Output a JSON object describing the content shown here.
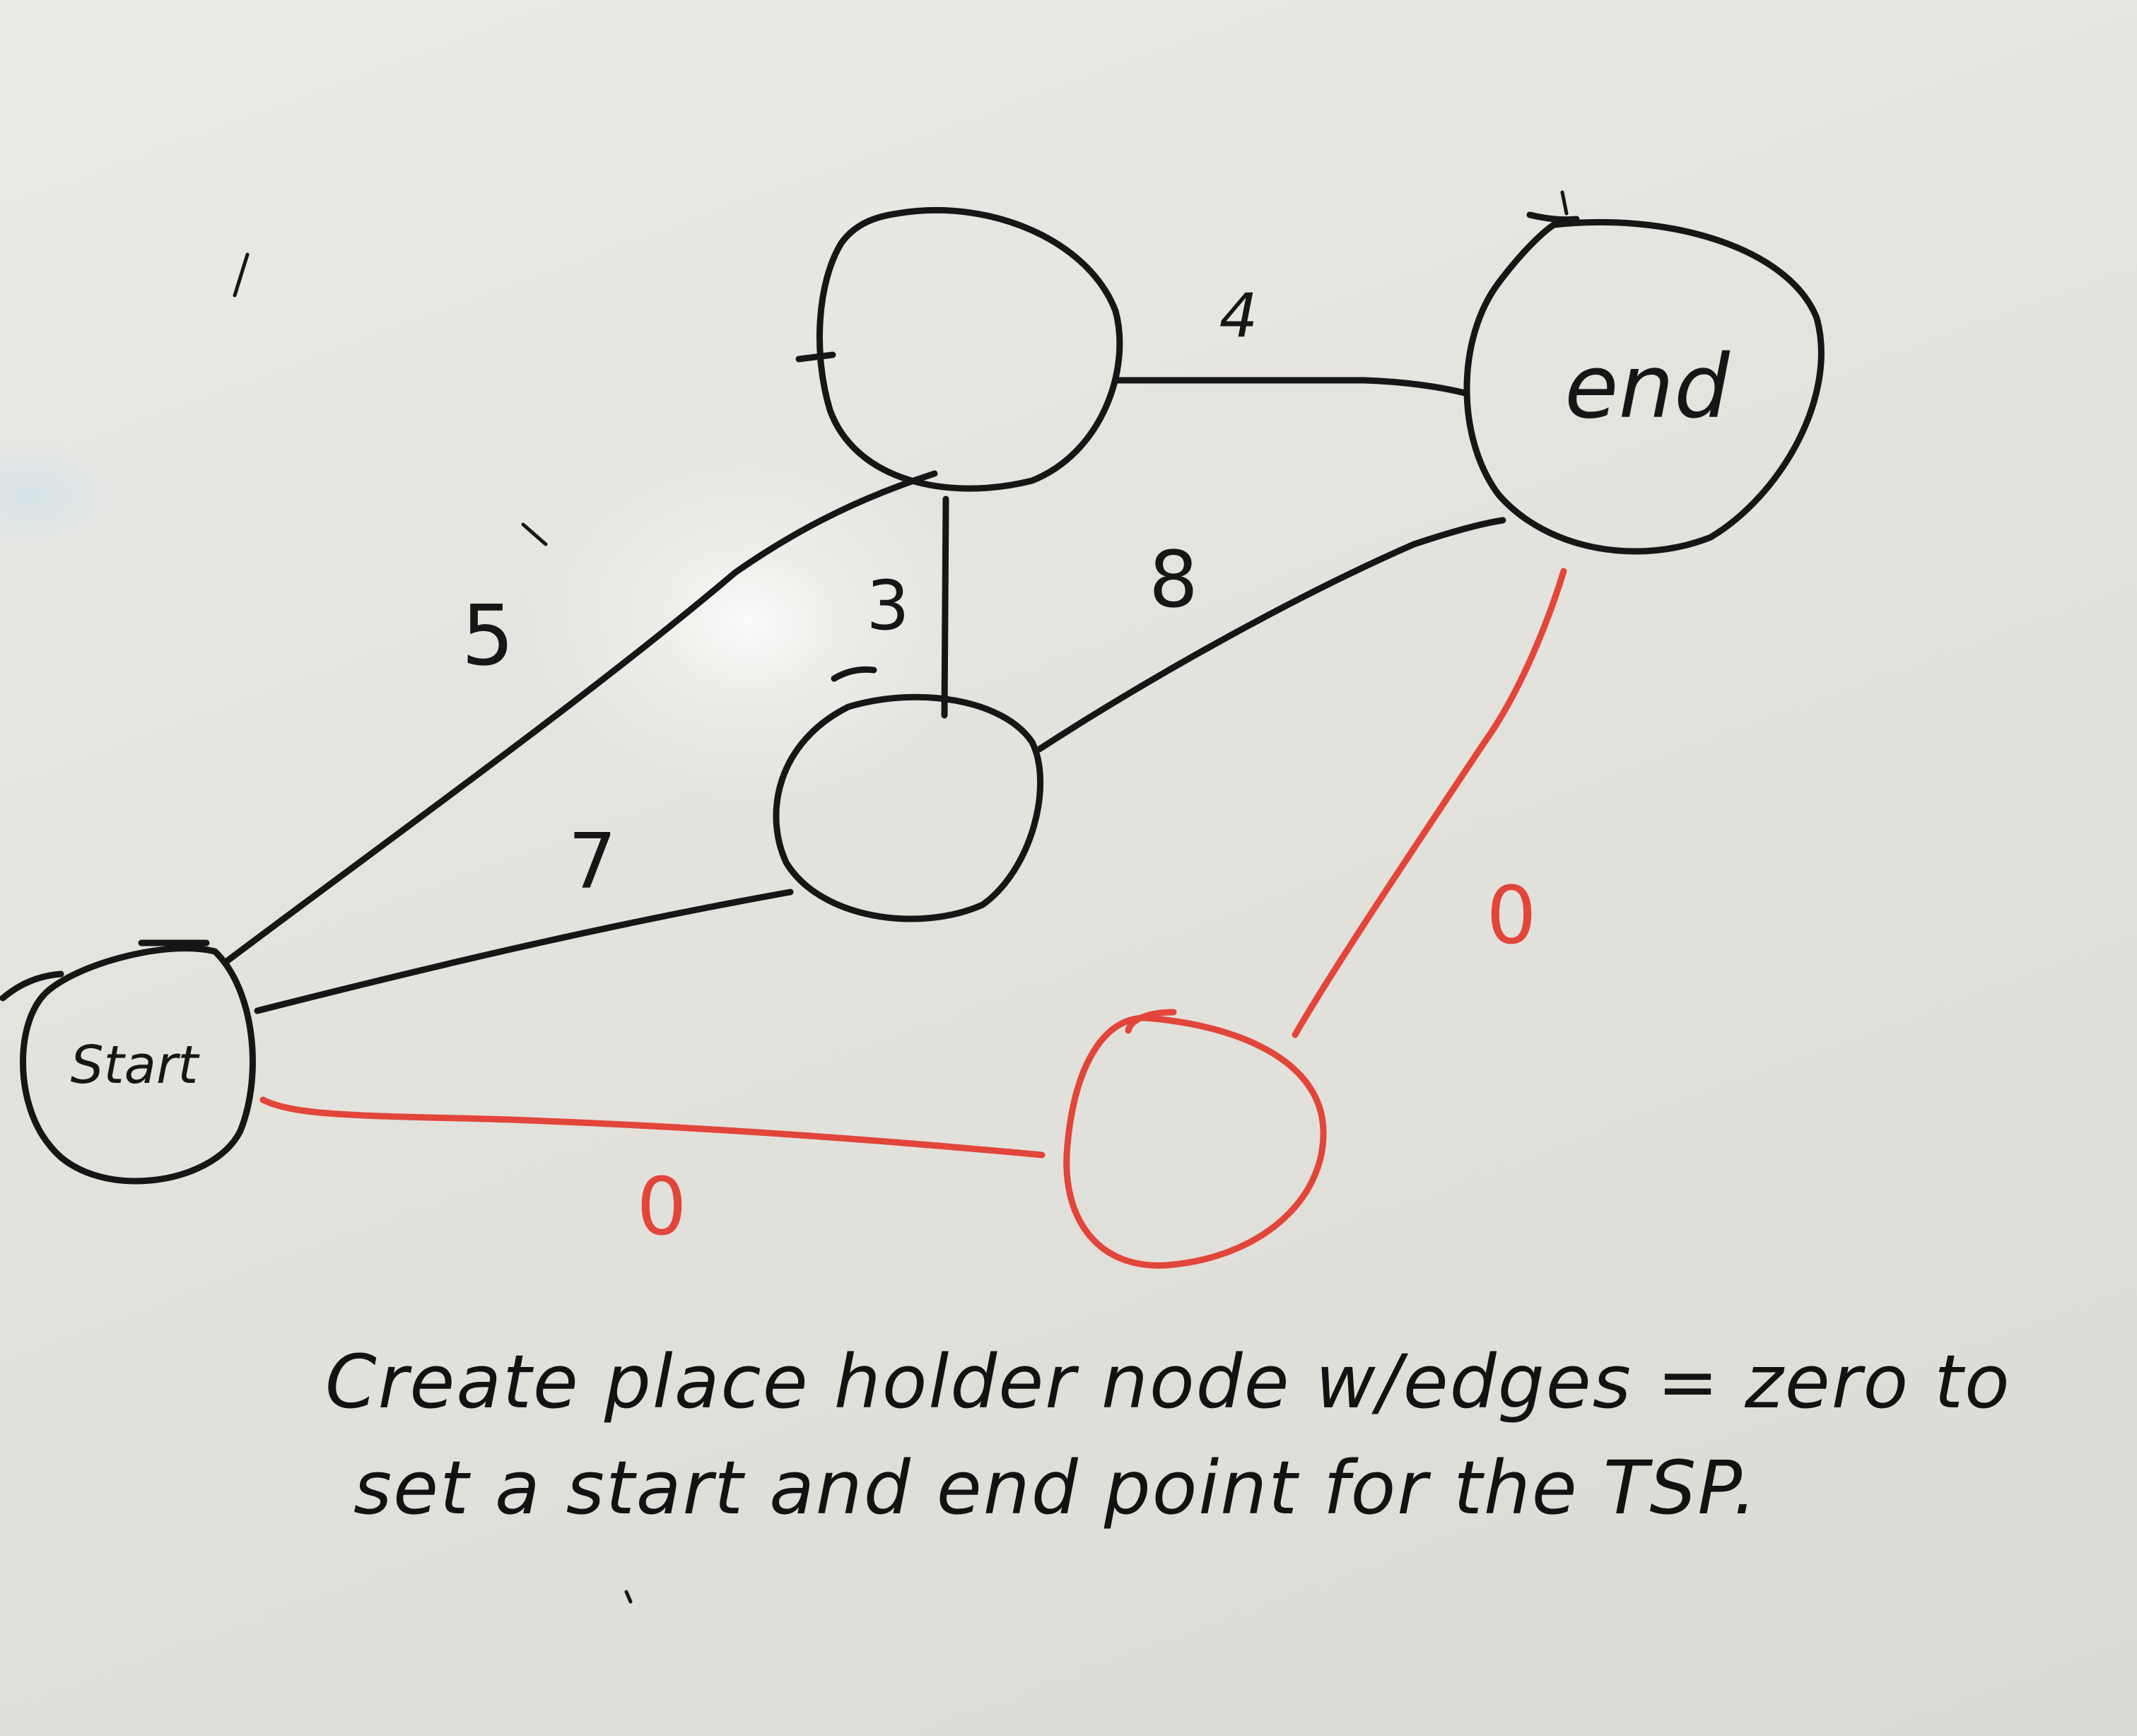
{
  "nodes": {
    "start": {
      "label": "Start"
    },
    "end": {
      "label": "end"
    }
  },
  "edges": {
    "start_top": "5",
    "top_mid": "3",
    "start_mid": "7",
    "top_end": "4",
    "mid_end": "8",
    "start_placeholder": "0",
    "placeholder_end": "0"
  },
  "caption": {
    "line1": "Create place holder node w/edges = zero to",
    "line2": "set a start and end point for the TSP."
  },
  "colors": {
    "ink": "#161616",
    "red_ink": "#e2453a",
    "board": "#e7e5e0"
  }
}
